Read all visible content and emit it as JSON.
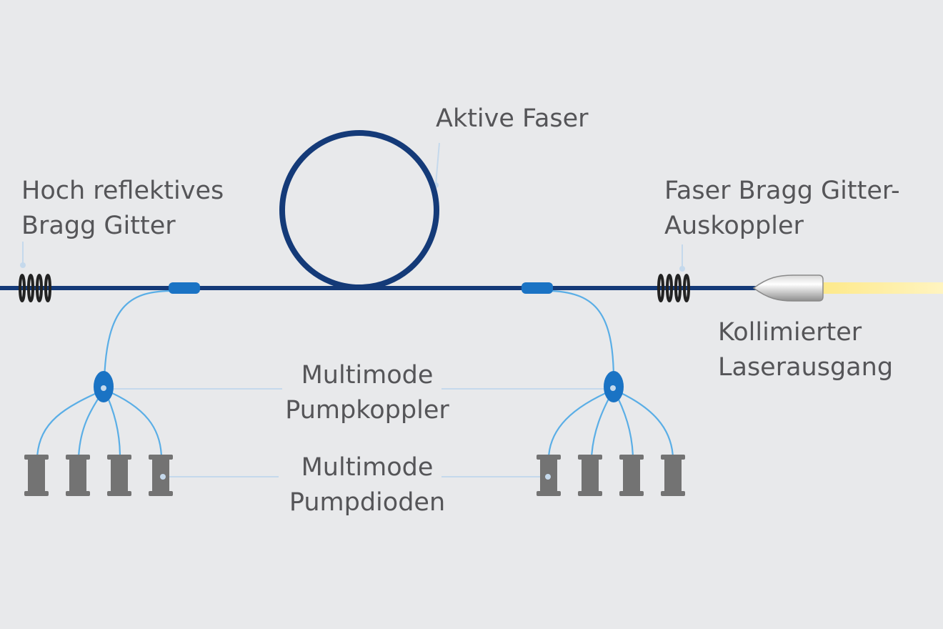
{
  "labels": {
    "hr_fbg": {
      "line1": "Hoch reflektives",
      "line2": "Bragg Gitter"
    },
    "active_fiber": {
      "line1": "Aktive Faser"
    },
    "oc_fbg": {
      "line1": "Faser Bragg Gitter-",
      "line2": "Auskoppler"
    },
    "output": {
      "line1": "Kollimierter",
      "line2": "Laserausgang"
    },
    "pump_coupler": {
      "line1": "Multimode",
      "line2": "Pumpkoppler"
    },
    "pump_diodes": {
      "line1": "Multimode",
      "line2": "Pumpdioden"
    }
  },
  "colors": {
    "background": "#e8e9eb",
    "main_fiber": "#143a78",
    "pump_fiber": "#5aaee6",
    "coupler": "#1a73c4",
    "diode": "#737373",
    "leader_line": "#c5d9ec",
    "beam": "#fde98a",
    "label_text": "#555558"
  }
}
